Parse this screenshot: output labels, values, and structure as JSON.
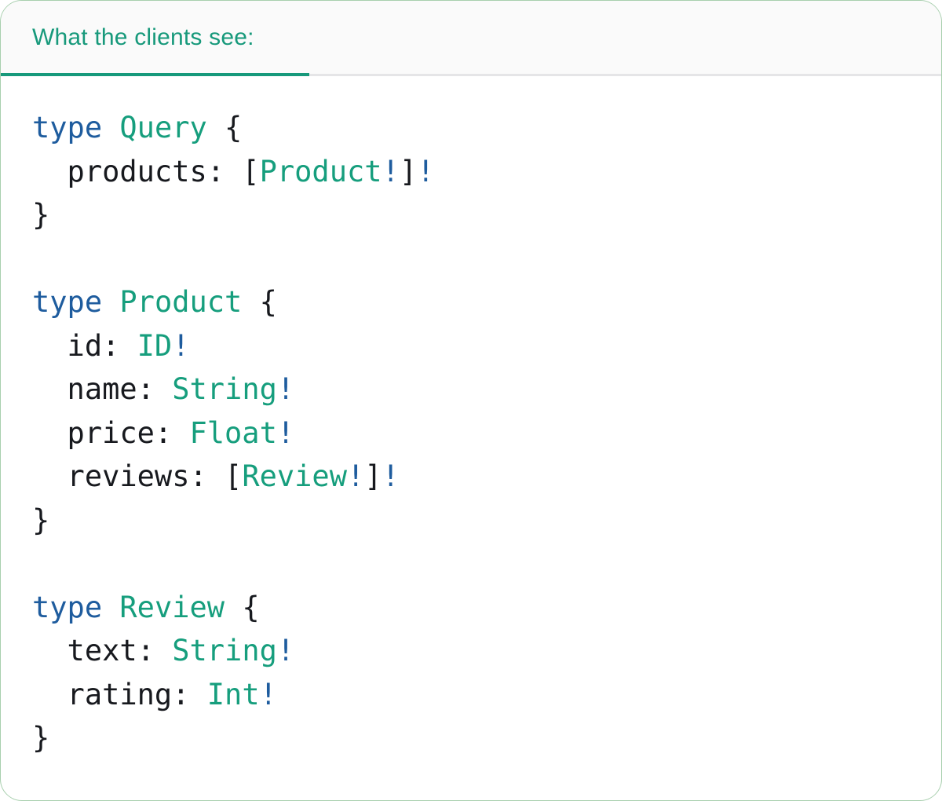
{
  "header": {
    "tab_label": "What the clients see:"
  },
  "colors": {
    "accent": "#17997B",
    "code_teal": "#169E7D",
    "code_blue": "#1E5C9E",
    "code_dark": "#17191E",
    "divider": "#E5E5E7",
    "header_bg": "#FAFAFA",
    "card_border": "#A8CFAE",
    "tab_underline": "#17997B"
  },
  "code": {
    "language": "graphql",
    "lines": [
      {
        "tokens": [
          {
            "c": "kw",
            "t": "type"
          },
          {
            "c": "pl",
            "t": " "
          },
          {
            "c": "ty",
            "t": "Query"
          },
          {
            "c": "pl",
            "t": " {"
          }
        ]
      },
      {
        "tokens": [
          {
            "c": "pl",
            "t": "  products: ["
          },
          {
            "c": "ty",
            "t": "Product"
          },
          {
            "c": "bg",
            "t": "!"
          },
          {
            "c": "pl",
            "t": "]"
          },
          {
            "c": "bg",
            "t": "!"
          }
        ]
      },
      {
        "tokens": [
          {
            "c": "pl",
            "t": "}"
          }
        ]
      },
      {
        "tokens": []
      },
      {
        "tokens": [
          {
            "c": "kw",
            "t": "type"
          },
          {
            "c": "pl",
            "t": " "
          },
          {
            "c": "ty",
            "t": "Product"
          },
          {
            "c": "pl",
            "t": " {"
          }
        ]
      },
      {
        "tokens": [
          {
            "c": "pl",
            "t": "  id: "
          },
          {
            "c": "ty",
            "t": "ID"
          },
          {
            "c": "bg",
            "t": "!"
          }
        ]
      },
      {
        "tokens": [
          {
            "c": "pl",
            "t": "  name: "
          },
          {
            "c": "ty",
            "t": "String"
          },
          {
            "c": "bg",
            "t": "!"
          }
        ]
      },
      {
        "tokens": [
          {
            "c": "pl",
            "t": "  price: "
          },
          {
            "c": "ty",
            "t": "Float"
          },
          {
            "c": "bg",
            "t": "!"
          }
        ]
      },
      {
        "tokens": [
          {
            "c": "pl",
            "t": "  reviews: ["
          },
          {
            "c": "ty",
            "t": "Review"
          },
          {
            "c": "bg",
            "t": "!"
          },
          {
            "c": "pl",
            "t": "]"
          },
          {
            "c": "bg",
            "t": "!"
          }
        ]
      },
      {
        "tokens": [
          {
            "c": "pl",
            "t": "}"
          }
        ]
      },
      {
        "tokens": []
      },
      {
        "tokens": [
          {
            "c": "kw",
            "t": "type"
          },
          {
            "c": "pl",
            "t": " "
          },
          {
            "c": "ty",
            "t": "Review"
          },
          {
            "c": "pl",
            "t": " {"
          }
        ]
      },
      {
        "tokens": [
          {
            "c": "pl",
            "t": "  text: "
          },
          {
            "c": "ty",
            "t": "String"
          },
          {
            "c": "bg",
            "t": "!"
          }
        ]
      },
      {
        "tokens": [
          {
            "c": "pl",
            "t": "  rating: "
          },
          {
            "c": "ty",
            "t": "Int"
          },
          {
            "c": "bg",
            "t": "!"
          }
        ]
      },
      {
        "tokens": [
          {
            "c": "pl",
            "t": "}"
          }
        ]
      }
    ]
  }
}
